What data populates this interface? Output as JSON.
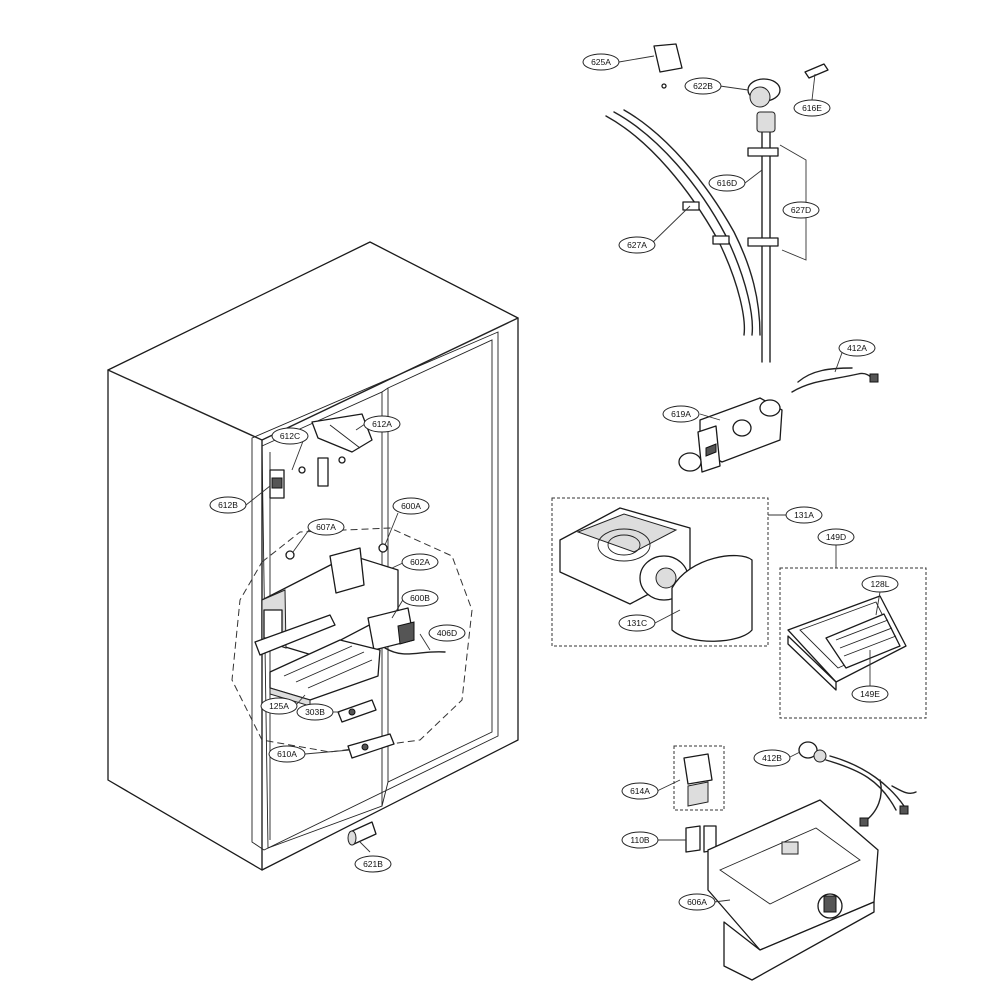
{
  "callouts": [
    {
      "id": "625A",
      "label": "625A"
    },
    {
      "id": "622B",
      "label": "622B"
    },
    {
      "id": "616E",
      "label": "616E"
    },
    {
      "id": "616D",
      "label": "616D"
    },
    {
      "id": "627D",
      "label": "627D"
    },
    {
      "id": "627A",
      "label": "627A"
    },
    {
      "id": "412A",
      "label": "412A"
    },
    {
      "id": "619A",
      "label": "619A"
    },
    {
      "id": "131A",
      "label": "131A"
    },
    {
      "id": "131C",
      "label": "131C"
    },
    {
      "id": "149D",
      "label": "149D"
    },
    {
      "id": "128L",
      "label": "128L"
    },
    {
      "id": "149E",
      "label": "149E"
    },
    {
      "id": "612C",
      "label": "612C"
    },
    {
      "id": "612A",
      "label": "612A"
    },
    {
      "id": "612B",
      "label": "612B"
    },
    {
      "id": "600A",
      "label": "600A"
    },
    {
      "id": "607A",
      "label": "607A"
    },
    {
      "id": "602A",
      "label": "602A"
    },
    {
      "id": "600B",
      "label": "600B"
    },
    {
      "id": "406D",
      "label": "406D"
    },
    {
      "id": "125A",
      "label": "125A"
    },
    {
      "id": "303B",
      "label": "303B"
    },
    {
      "id": "610A",
      "label": "610A"
    },
    {
      "id": "621B",
      "label": "621B"
    },
    {
      "id": "412B",
      "label": "412B"
    },
    {
      "id": "614A",
      "label": "614A"
    },
    {
      "id": "110B",
      "label": "110B"
    },
    {
      "id": "606A",
      "label": "606A"
    }
  ]
}
